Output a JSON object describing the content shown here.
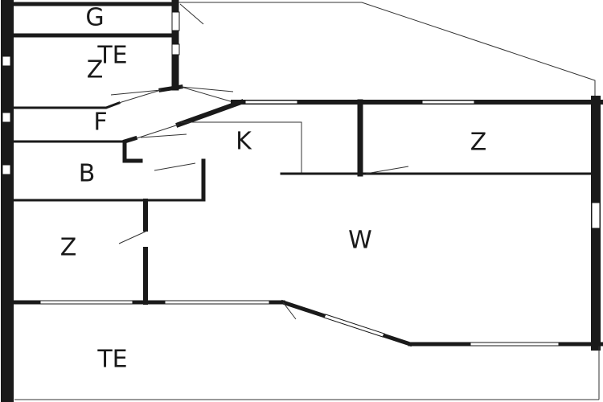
{
  "rooms": {
    "garage": "G",
    "terrace_top": "TE",
    "bedroom_top": "Z",
    "hall": "F",
    "kitchen": "K",
    "bedroom_right": "Z",
    "bathroom": "B",
    "bedroom_left": "Z",
    "living": "W",
    "terrace_bottom": "TE"
  }
}
